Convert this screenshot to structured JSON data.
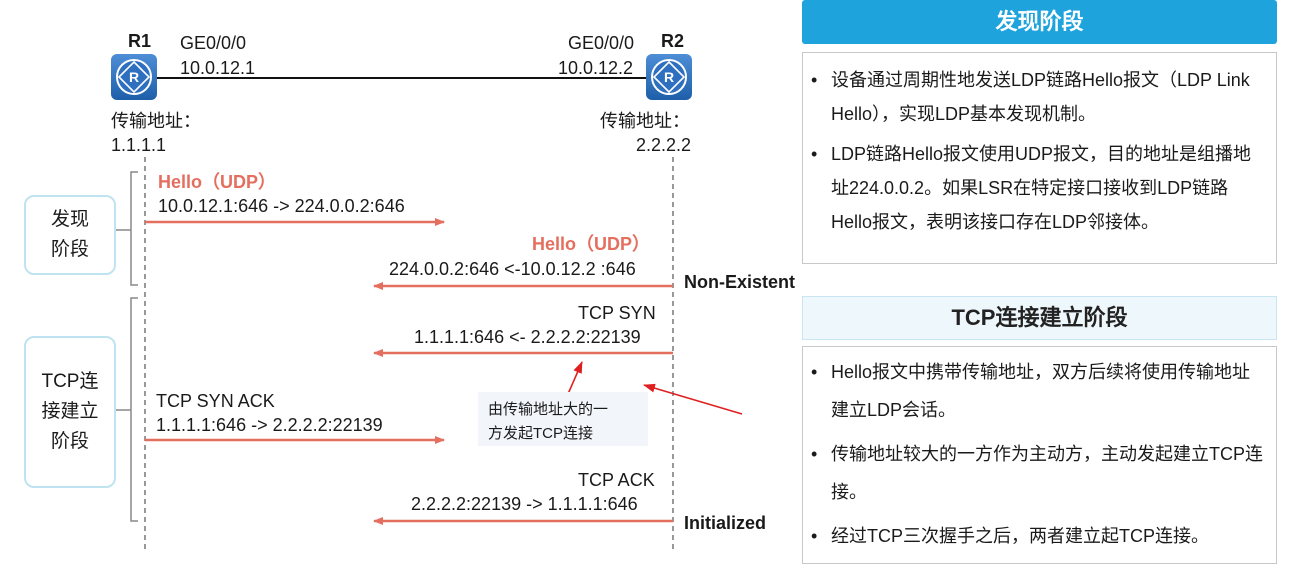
{
  "r1": {
    "name": "R1",
    "iface": "GE0/0/0",
    "ip": "10.0.12.1",
    "transport_label": "传输地址：",
    "transport": "1.1.1.1"
  },
  "r2": {
    "name": "R2",
    "iface": "GE0/0/0",
    "ip": "10.0.12.2",
    "transport_label": "传输地址：",
    "transport": "2.2.2.2"
  },
  "phases": {
    "discovery": [
      "发现",
      "阶段"
    ],
    "tcp": [
      "TCP连",
      "接建立",
      "阶段"
    ]
  },
  "messages": [
    {
      "title": "Hello（UDP）",
      "detail": "10.0.12.1:646 -> 224.0.0.2:646"
    },
    {
      "title": "Hello（UDP）",
      "detail": "224.0.0.2:646 <-10.0.12.2 :646"
    },
    {
      "title": "TCP SYN",
      "detail": "1.1.1.1:646 <- 2.2.2.2:22139"
    },
    {
      "title": "TCP SYN ACK",
      "detail": "1.1.1.1:646 -> 2.2.2.2:22139"
    },
    {
      "title": "TCP ACK",
      "detail": "2.2.2.2:22139 -> 1.1.1.1:646"
    }
  ],
  "states": {
    "non_existent": "Non-Existent",
    "initialized": "Initialized"
  },
  "note": [
    "由传输地址大的一",
    "方发起TCP连接"
  ],
  "panel_discovery": {
    "title": "发现阶段",
    "bullets": [
      "设备通过周期性地发送LDP链路Hello报文（LDP Link Hello），实现LDP基本发现机制。",
      "LDP链路Hello报文使用UDP报文，目的地址是组播地址224.0.0.2。如果LSR在特定接口接收到LDP链路Hello报文，表明该接口存在LDP邻接体。"
    ]
  },
  "panel_tcp": {
    "title": "TCP连接建立阶段",
    "bullets": [
      "Hello报文中携带传输地址，双方后续将使用传输地址建立LDP会话。",
      "传输地址较大的一方作为主动方，主动发起建立TCP连接。",
      "经过TCP三次握手之后，两者建立起TCP连接。"
    ]
  },
  "colors": {
    "arrow": "#e46f5f",
    "annotation": "#e02020",
    "head_blue": "#1ea3dc",
    "head_light": "#eef7fb"
  }
}
